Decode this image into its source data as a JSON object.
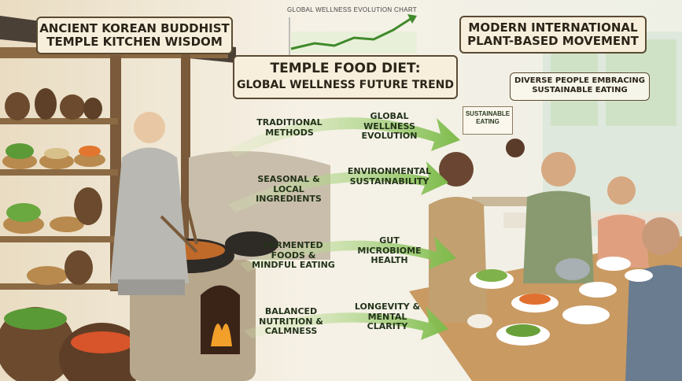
{
  "chart_title": "GLOBAL WELLNESS EVOLUTION CHART",
  "left_banner": "Ancient Korean Buddhist Temple Kitchen Wisdom",
  "right_banner": "Modern International Plant-Based Movement",
  "center_title_line1": "Temple Food Diet:",
  "center_title_line2": "Global Wellness Future Trend",
  "right_subtitle": "Diverse People Embracing Sustainable Eating",
  "sign_text": "Sustainable Eating",
  "flows": [
    {
      "from": "Traditional Methods",
      "to": "Global Wellness Evolution"
    },
    {
      "from": "Seasonal & Local Ingredients",
      "to": "Environmental Sustainability"
    },
    {
      "from": "Fermented Foods & Mindful Eating",
      "to": "Gut Microbiome Health"
    },
    {
      "from": "Balanced Nutrition & Calmness",
      "to": "Longevity & Mental Clarity"
    }
  ],
  "colors": {
    "arrow": "#8cc25a",
    "arrow_dark": "#4f8a2c",
    "banner": "#f7efdc",
    "wood": "#8b6a44"
  }
}
